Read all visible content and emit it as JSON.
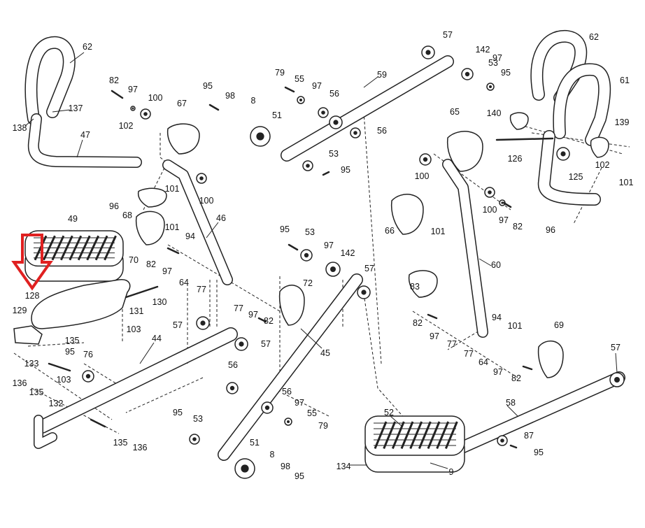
{
  "diagram": {
    "type": "exploded parts diagram",
    "highlight_color": "#e02020",
    "highlighted_part": "128",
    "part_labels": [
      "62",
      "137",
      "138",
      "47",
      "82",
      "97",
      "100",
      "102",
      "96",
      "67",
      "68",
      "101",
      "100",
      "70",
      "101",
      "94",
      "46",
      "82",
      "97",
      "64",
      "77",
      "49",
      "128",
      "131",
      "130",
      "103",
      "129",
      "135",
      "95",
      "133",
      "76",
      "103",
      "136",
      "135",
      "132",
      "44",
      "57",
      "57",
      "135",
      "136",
      "95",
      "53",
      "56",
      "45",
      "56",
      "97",
      "55",
      "79",
      "51",
      "8",
      "98",
      "95",
      "95",
      "98",
      "8",
      "51",
      "79",
      "55",
      "97",
      "56",
      "59",
      "57",
      "142",
      "97",
      "53",
      "95",
      "56",
      "53",
      "95",
      "95",
      "53",
      "97",
      "142",
      "57",
      "72",
      "77",
      "97",
      "82",
      "62",
      "61",
      "140",
      "139",
      "126",
      "125",
      "102",
      "101",
      "96",
      "65",
      "100",
      "100",
      "97",
      "82",
      "66",
      "101",
      "60",
      "83",
      "82",
      "97",
      "77",
      "94",
      "101",
      "77",
      "64",
      "97",
      "82",
      "69",
      "57",
      "58",
      "87",
      "95",
      "52",
      "134",
      "9"
    ]
  }
}
